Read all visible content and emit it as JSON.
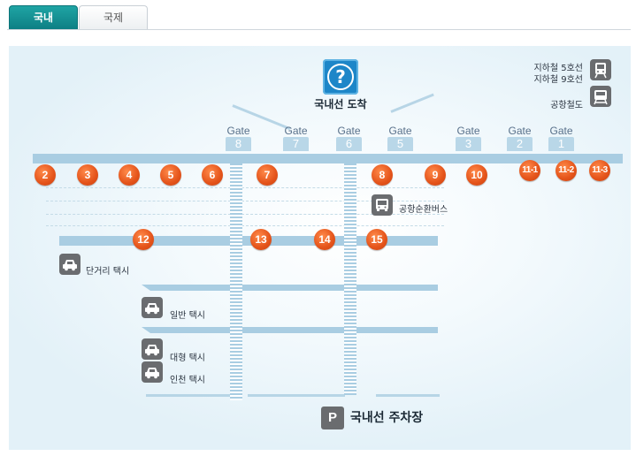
{
  "tabs": [
    {
      "label": "국내",
      "active": true
    },
    {
      "label": "국제",
      "active": false
    }
  ],
  "header": {
    "arrival_label": "국내선 도착",
    "info_symbol": "?"
  },
  "legend": {
    "subway_line_5": "지하철 5호선",
    "subway_line_9": "지하철 9호선",
    "airport_railroad": "공항철도"
  },
  "gate_word": "Gate",
  "gates": [
    "8",
    "7",
    "6",
    "5",
    "3",
    "2",
    "1"
  ],
  "stops_row1": [
    "2",
    "3",
    "4",
    "5",
    "6",
    "7",
    "8",
    "9",
    "10",
    "11-1",
    "11-2",
    "11-3"
  ],
  "stops_row2": [
    "12",
    "13",
    "14",
    "15"
  ],
  "services": {
    "shuttle_bus": "공항순환버스",
    "short_taxi": "단거리 택시",
    "regular_taxi": "일반 택시",
    "large_taxi": "대형 택시",
    "incheon_taxi": "인천 택시"
  },
  "parking": {
    "symbol": "P",
    "label": "국내선 주차장"
  },
  "colors": {
    "tab_active": "#0d7f84",
    "stop_pin": "#e4531a",
    "info_blue": "#1d86c8",
    "lane": "#a9cde2",
    "icon_gray": "#6a6c6f"
  },
  "icons": {
    "info": "question-mark-icon",
    "subway": "subway-train-icon",
    "railroad": "railroad-train-icon",
    "bus": "bus-icon",
    "taxi": "car-icon",
    "parking": "parking-icon"
  }
}
